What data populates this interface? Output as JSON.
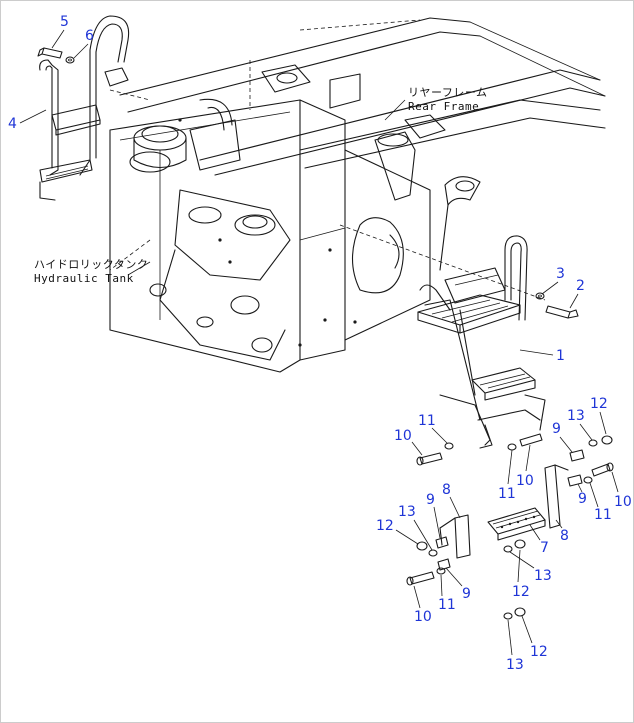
{
  "labels": {
    "rear_frame_jp": "リヤーフレーム",
    "rear_frame_en": "Rear Frame",
    "hydraulic_tank_jp": "ハイドロリックタンク",
    "hydraulic_tank_en": "Hydraulic Tank"
  },
  "callouts": {
    "c1": "1",
    "c2": "2",
    "c3": "3",
    "c4": "4",
    "c5": "5",
    "c6": "6",
    "c7": "7",
    "c8a": "8",
    "c8b": "8",
    "c9a": "9",
    "c9b": "9",
    "c9c": "9",
    "c9d": "9",
    "c10a": "10",
    "c10b": "10",
    "c10c": "10",
    "c10d": "10",
    "c11a": "11",
    "c11b": "11",
    "c11c": "11",
    "c11d": "11",
    "c12a": "12",
    "c12b": "12",
    "c12c": "12",
    "c12d": "12",
    "c13a": "13",
    "c13b": "13",
    "c13c": "13",
    "c13d": "13"
  },
  "colors": {
    "callout": "#1f35d6",
    "line": "#1a1a1a",
    "frame": "#bbbbbb"
  }
}
